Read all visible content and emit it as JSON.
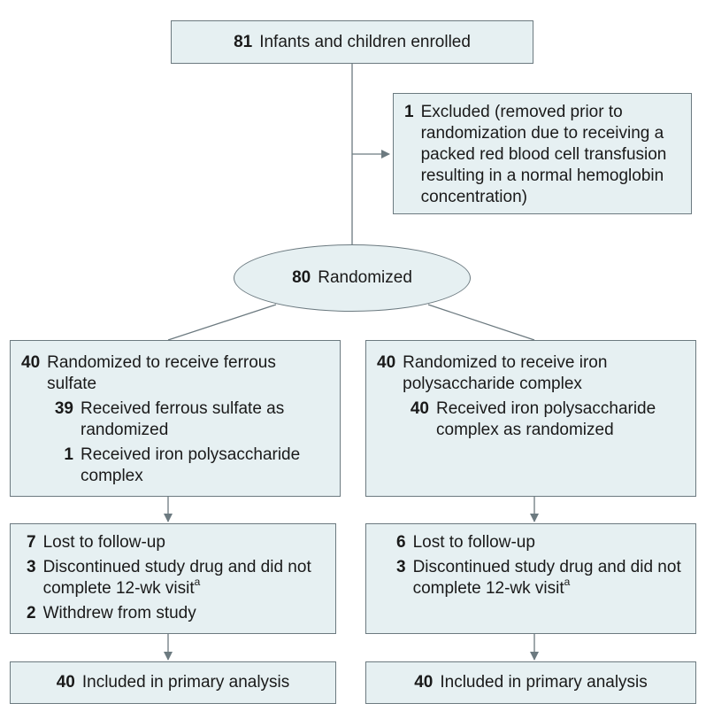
{
  "enrolled": {
    "n": "81",
    "label": "Infants and children enrolled"
  },
  "excluded": {
    "n": "1",
    "label": "Excluded (removed prior to randomization due to receiving a packed red blood cell transfusion resulting in a normal hemoglobin concentration)"
  },
  "randomized": {
    "n": "80",
    "label": "Randomized"
  },
  "left_arm": {
    "n": "40",
    "label": "Randomized to receive ferrous sulfate",
    "sub": [
      {
        "n": "39",
        "label": "Received ferrous sulfate as randomized"
      },
      {
        "n": "1",
        "label": "Received iron polysaccharide complex"
      }
    ]
  },
  "right_arm": {
    "n": "40",
    "label": "Randomized to receive iron polysaccharide complex",
    "sub": [
      {
        "n": "40",
        "label": "Received iron polysaccharide complex as randomized"
      }
    ]
  },
  "left_followup": [
    {
      "n": "7",
      "label": "Lost to follow-up"
    },
    {
      "n": "3",
      "label": "Discontinued study drug and did not complete 12-wk visit",
      "sup": "a"
    },
    {
      "n": "2",
      "label": "Withdrew from study"
    }
  ],
  "right_followup": [
    {
      "n": "6",
      "label": "Lost to follow-up"
    },
    {
      "n": "3",
      "label": "Discontinued study drug and did not complete 12-wk visit",
      "sup": "a"
    }
  ],
  "left_analysis": {
    "n": "40",
    "label": "Included in primary analysis"
  },
  "right_analysis": {
    "n": "40",
    "label": "Included in primary analysis"
  },
  "colors": {
    "box_fill": "#e6f0f2",
    "border": "#6c7a80",
    "line": "#6c7a80"
  }
}
